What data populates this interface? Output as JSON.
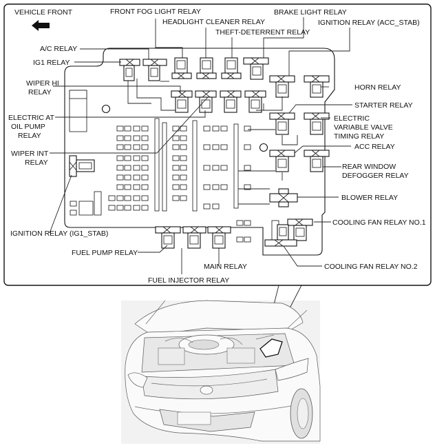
{
  "labels": {
    "vehicle_front": "VEHICLE FRONT",
    "front_fog_light_relay": "FRONT FOG LIGHT RELAY",
    "headlight_cleaner_relay": "HEADLIGHT CLEANER RELAY",
    "brake_light_relay": "BRAKE LIGHT RELAY",
    "theft_deterrent_relay": "THEFT-DETERRENT RELAY",
    "ignition_relay_acc_stab": "IGNITION RELAY (ACC_STAB)",
    "ac_relay": "A/C RELAY",
    "ig1_relay": "IG1 RELAY",
    "wiper_hi_relay": [
      "WIPER HI",
      "RELAY"
    ],
    "horn_relay": "HORN RELAY",
    "starter_relay": "STARTER RELAY",
    "electric_at_oil_pump_relay": [
      "ELECTRIC AT",
      "OIL PUMP",
      "RELAY"
    ],
    "electric_vvt_relay": [
      "ELECTRIC",
      "VARIABLE VALVE",
      "TIMING RELAY"
    ],
    "acc_relay": "ACC RELAY",
    "wiper_int_relay": [
      "WIPER INT",
      "RELAY"
    ],
    "rear_window_defogger_relay": [
      "REAR WINDOW",
      "DEFOGGER RELAY"
    ],
    "blower_relay": "BLOWER RELAY",
    "cooling_fan_relay_no1": "COOLING FAN RELAY NO.1",
    "ignition_relay_ig1_stab": "IGNITION RELAY (IG1_STAB)",
    "fuel_pump_relay": "FUEL PUMP RELAY",
    "main_relay": "MAIN RELAY",
    "cooling_fan_relay_no2": "COOLING FAN RELAY NO.2",
    "fuel_injector_relay": "FUEL INJECTOR RELAY"
  }
}
